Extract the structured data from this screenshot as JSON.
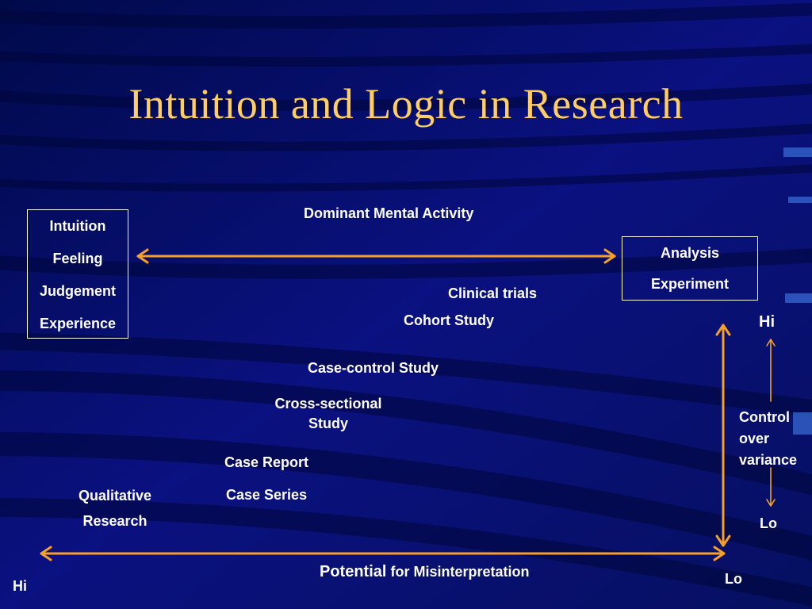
{
  "slide": {
    "title": "Intuition and Logic in Research",
    "top_axis_label": "Dominant Mental Activity",
    "left_box": [
      "Intuition",
      "Feeling",
      "Judgement",
      "Experience"
    ],
    "right_box": [
      "Analysis",
      "Experiment"
    ],
    "study_types": {
      "clinical_trials": "Clinical trials",
      "cohort": "Cohort Study",
      "case_control": "Case-control Study",
      "cross_sectional_1": "Cross-sectional",
      "cross_sectional_2": "Study",
      "case_report": "Case Report",
      "case_series": "Case Series",
      "qualitative_1": "Qualitative",
      "qualitative_2": "Research"
    },
    "bottom_axis": {
      "label_main": "Potential",
      "label_rest": "for Misinterpretation",
      "left_end": "Hi",
      "right_end": "Lo"
    },
    "control_axis": {
      "top": "Hi",
      "line1": "Control",
      "line2": "over",
      "line3": "variance",
      "bottom": "Lo"
    },
    "colors": {
      "background": "#0a0f6e",
      "title": "#ffcc66",
      "arrow": "#f5a02a",
      "text": "#ffffff"
    }
  }
}
